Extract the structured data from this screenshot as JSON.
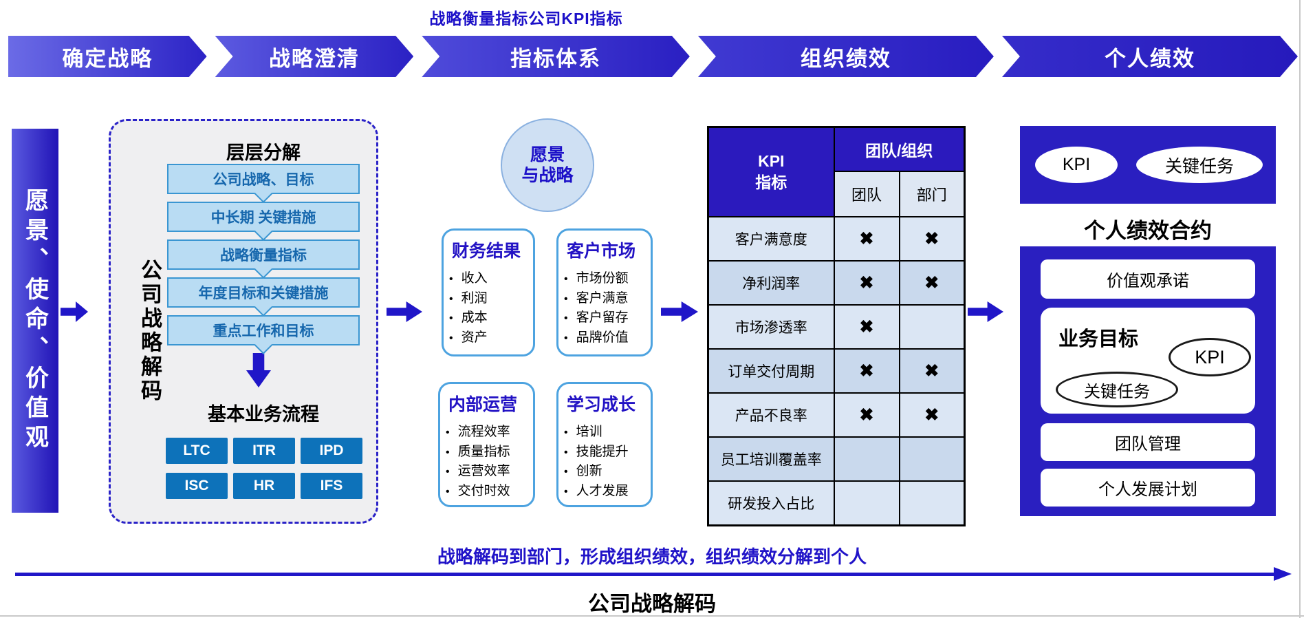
{
  "title": "战略衡量指标公司KPI指标",
  "banner": {
    "stages": [
      "确定战略",
      "战略澄清",
      "指标体系",
      "组织绩效",
      "个人绩效"
    ]
  },
  "left_bar": {
    "label": "愿景、使命、价值观"
  },
  "decode_panel": {
    "title": "层层分解",
    "side_label": "公司战略解码",
    "cascade": [
      "公司战略、目标",
      "中长期 关键措施",
      "战略衡量指标",
      "年度目标和关键措施",
      "重点工作和目标"
    ],
    "process_title": "基本业务流程",
    "processes": [
      "LTC",
      "ITR",
      "IPD",
      "ISC",
      "HR",
      "IFS"
    ]
  },
  "bsc": {
    "circle_line1": "愿景",
    "circle_line2": "与战略",
    "quadrants": [
      {
        "title": "财务结果",
        "items": [
          "收入",
          "利润",
          "成本",
          "资产"
        ]
      },
      {
        "title": "客户市场",
        "items": [
          "市场份额",
          "客户满意",
          "客户留存",
          "品牌价值"
        ]
      },
      {
        "title": "内部运营",
        "items": [
          "流程效率",
          "质量指标",
          "运营效率",
          "交付时效"
        ]
      },
      {
        "title": "学习成长",
        "items": [
          "培训",
          "技能提升",
          "创新",
          "人才发展"
        ]
      }
    ]
  },
  "kpi_table": {
    "header_line1": "KPI",
    "header_line2": "指标",
    "group_header": "团队/组织",
    "sub_headers": [
      "团队",
      "部门"
    ],
    "rows": [
      {
        "label": "客户满意度",
        "team": "✖",
        "dept": "✖"
      },
      {
        "label": "净利润率",
        "team": "✖",
        "dept": "✖"
      },
      {
        "label": "市场渗透率",
        "team": "✖",
        "dept": ""
      },
      {
        "label": "订单交付周期",
        "team": "✖",
        "dept": "✖"
      },
      {
        "label": "产品不良率",
        "team": "✖",
        "dept": "✖"
      },
      {
        "label": "员工培训覆盖率",
        "team": "",
        "dept": ""
      },
      {
        "label": "研发投入占比",
        "team": "",
        "dept": ""
      }
    ]
  },
  "personal": {
    "ellipse_kpi": "KPI",
    "ellipse_task": "关键任务",
    "contract": "个人绩效合约",
    "values": "价值观承诺",
    "business": "业务目标",
    "biz_kpi": "KPI",
    "biz_task": "关键任务",
    "team": "团队管理",
    "development": "个人发展计划"
  },
  "footer": {
    "note": "战略解码到部门，形成组织绩效，组织绩效分解到个人",
    "arrow_label": "公司战略解码"
  },
  "colors": {
    "accent_blue": "#2016c8",
    "banner_dark": "#2a1fc0",
    "table_header_blue": "#2b1abd",
    "cascade_fill": "#b9dcf3",
    "cascade_border": "#3a96d2",
    "process_button_blue": "#0d72ba",
    "row_light": "#dbe6f4",
    "row_dark": "#c9d9ed",
    "circle_fill": "#cfe0f3",
    "title_text": "#1c10c8"
  }
}
